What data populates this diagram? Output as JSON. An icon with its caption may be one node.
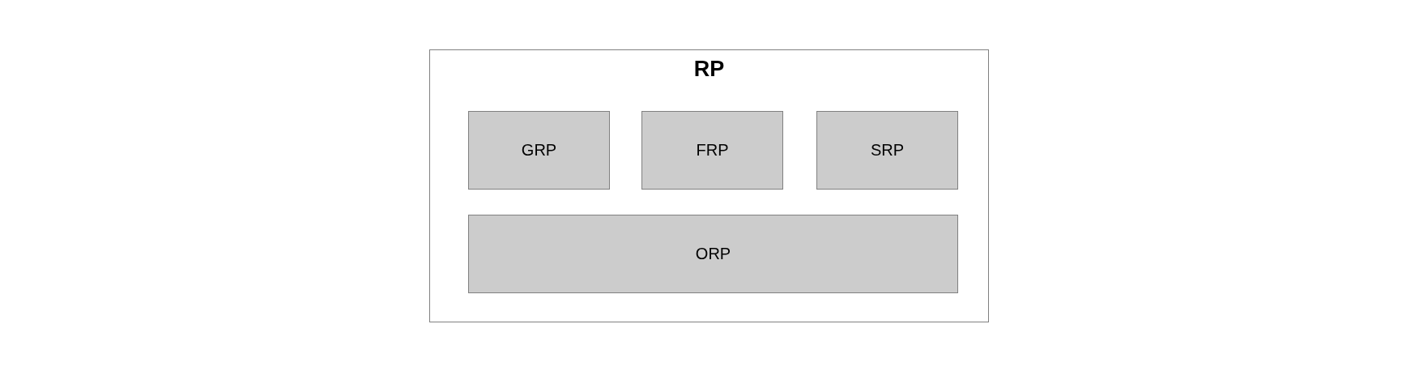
{
  "diagram": {
    "nodes": [
      {
        "text": [
          "RP"
        ]
      },
      {
        "text": [
          "GRP"
        ],
        "in": 0
      },
      {
        "text": [
          "FRP"
        ],
        "in": 0
      },
      {
        "text": [
          "SRP"
        ],
        "in": 0
      },
      {
        "text": [
          "ORP"
        ],
        "in": 0
      }
    ]
  }
}
